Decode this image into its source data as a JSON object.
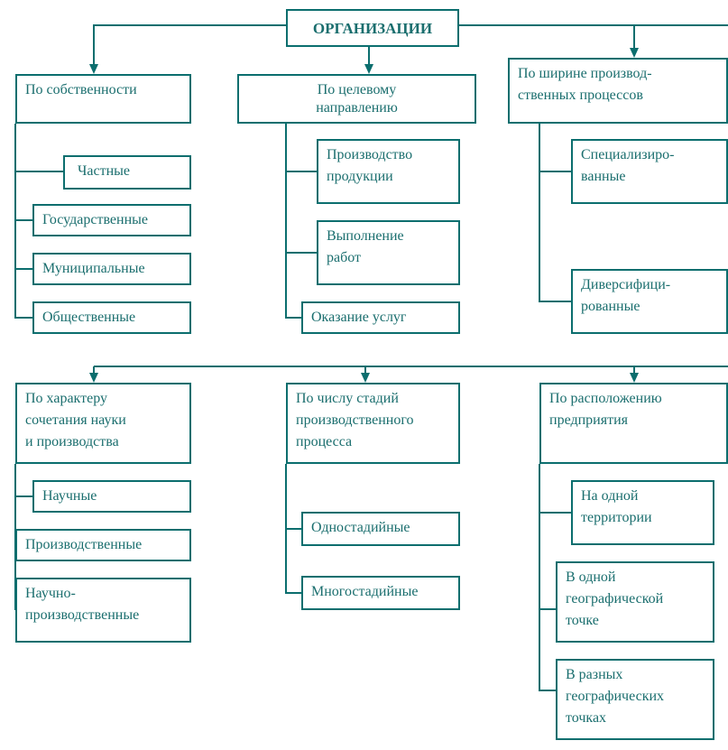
{
  "title": "ОРГАНИЗАЦИИ",
  "colors": {
    "line": "#0b6e6e",
    "text": "#1a6e6e"
  },
  "top": [
    {
      "header": "По собственности",
      "items": [
        "Частные",
        "Государственные",
        "Муниципальные",
        "Общественные"
      ]
    },
    {
      "header": "По целевому\nнаправлению",
      "items": [
        "Производство\nпродукции",
        "Выполнение\nработ",
        "Оказание услуг"
      ]
    },
    {
      "header": "По ширине производ-\nственных процессов",
      "items": [
        "Специализиро-\nванные",
        "Диверсифици-\nрованные"
      ]
    }
  ],
  "bottom": [
    {
      "header": "По характеру\nсочетания науки\nи производства",
      "items": [
        "Научные",
        "Производственные",
        "Научно-\nпроизводственные"
      ]
    },
    {
      "header": "По числу стадий\nпроизводственного\nпроцесса",
      "items": [
        "Одностадийные",
        "Многостадийные"
      ]
    },
    {
      "header": "По расположению\nпредприятия",
      "items": [
        "На одной\nтерритории",
        "В одной\nгеографической\nточке",
        "В разных\nгеографических\nточках"
      ]
    }
  ]
}
